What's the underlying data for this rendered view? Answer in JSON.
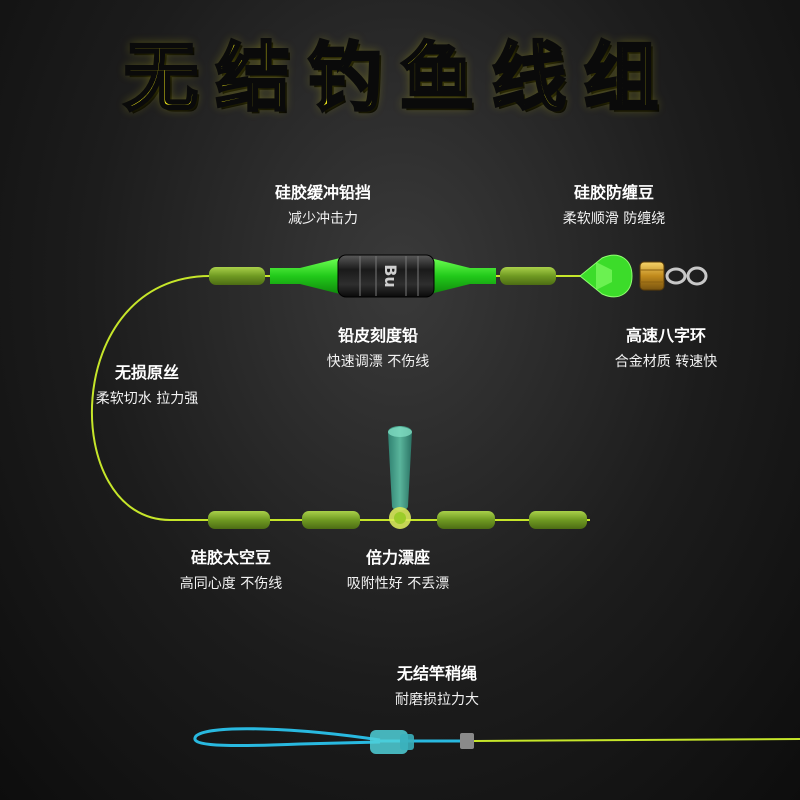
{
  "title": "无结钓鱼线组",
  "labels": {
    "buffer_stopper": {
      "heading": "硅胶缓冲铅挡",
      "sub": "减少冲击力"
    },
    "anti_tangle_bead": {
      "heading": "硅胶防缠豆",
      "sub": "柔软顺滑 防缠绕"
    },
    "lead_sinker": {
      "heading": "铅皮刻度铅",
      "sub": "快速调漂 不伤线"
    },
    "swivel": {
      "heading": "高速八字环",
      "sub": "合金材质 转速快"
    },
    "main_line": {
      "heading": "无损原丝",
      "sub": "柔软切水 拉力强"
    },
    "space_bead": {
      "heading": "硅胶太空豆",
      "sub": "高同心度 不伤线"
    },
    "float_seat": {
      "heading": "倍力漂座",
      "sub": "吸附性好 不丢漂"
    },
    "rod_rope": {
      "heading": "无结竿稍绳",
      "sub": "耐磨损拉力大"
    }
  },
  "sinker_text": "Bu",
  "colors": {
    "title_yellow": "#f7ef1a",
    "line_yellow_green": "#c6e62a",
    "bead_green": "#7fae2a",
    "silicone_green": "#2cd81c",
    "rope_cyan": "#29b9e0"
  }
}
